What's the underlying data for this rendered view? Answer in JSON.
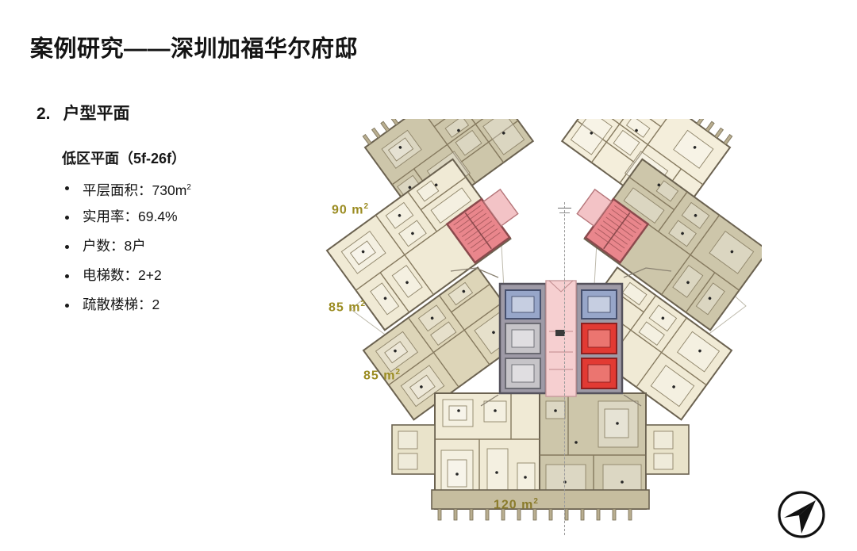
{
  "slide": {
    "title": "案例研究——深圳加福华尔府邸",
    "section_number": "2.",
    "section_label": "户型平面",
    "subsection": "低区平面（5f-26f）"
  },
  "specs": [
    {
      "label": "平层面积",
      "value": "730m",
      "unit_sup": "2"
    },
    {
      "label": "实用率",
      "value": "69.4%",
      "unit_sup": ""
    },
    {
      "label": "户数",
      "value": "8户",
      "unit_sup": ""
    },
    {
      "label": "电梯数",
      "value": "2+2",
      "unit_sup": ""
    },
    {
      "label": "疏散楼梯",
      "value": "2",
      "unit_sup": ""
    }
  ],
  "spec_lines": {
    "line1": "平层面积：730m",
    "line2": "实用率：69.4%",
    "line3": "户数：8户",
    "line4": "电梯数：2+2",
    "line5": "疏散楼梯：2"
  },
  "floorplan": {
    "area_labels": [
      {
        "id": "upper-left-wing",
        "text": "90 m",
        "sup": "2"
      },
      {
        "id": "mid-left-wing",
        "text": "85 m",
        "sup": "2"
      },
      {
        "id": "lower-left-wing",
        "text": "85 m",
        "sup": "2"
      },
      {
        "id": "bottom-wing",
        "text": "120 m",
        "sup": "2"
      }
    ],
    "icons": {
      "compass": "north-arrow-icon"
    },
    "colors": {
      "unit_khaki": "#cdc6aa",
      "unit_cream": "#f0ead5",
      "unit_tan": "#ddd5b8",
      "stair_red": "#e9868c",
      "lift_blue": "#97a6c9",
      "lift_red": "#e23a33",
      "corridor_pink": "#f6cfd0",
      "label_olive": "#9b8c22",
      "wall_brown": "#6e6450"
    }
  }
}
